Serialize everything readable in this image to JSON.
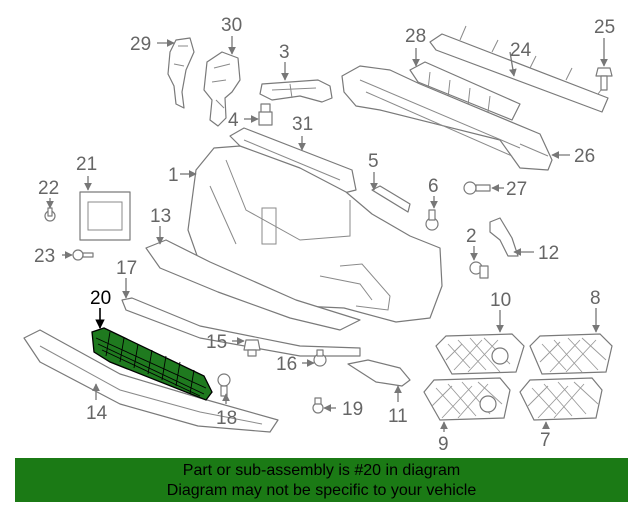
{
  "callouts": {
    "c1": "1",
    "c2": "2",
    "c3": "3",
    "c4": "4",
    "c5": "5",
    "c6": "6",
    "c7": "7",
    "c8": "8",
    "c9": "9",
    "c10": "10",
    "c11": "11",
    "c12": "12",
    "c13": "13",
    "c14": "14",
    "c15": "15",
    "c16": "16",
    "c17": "17",
    "c18": "18",
    "c19": "19",
    "c20": "20",
    "c21": "21",
    "c22": "22",
    "c23": "23",
    "c24": "24",
    "c25": "25",
    "c26": "26",
    "c27": "27",
    "c28": "28",
    "c29": "29",
    "c30": "30",
    "c31": "31"
  },
  "highlight": {
    "color": "#1f7a1f"
  },
  "banner": {
    "line1": "Part or sub-assembly is #20 in diagram",
    "line2": "Diagram may not be specific to your vehicle",
    "background": "#1b7a15"
  }
}
